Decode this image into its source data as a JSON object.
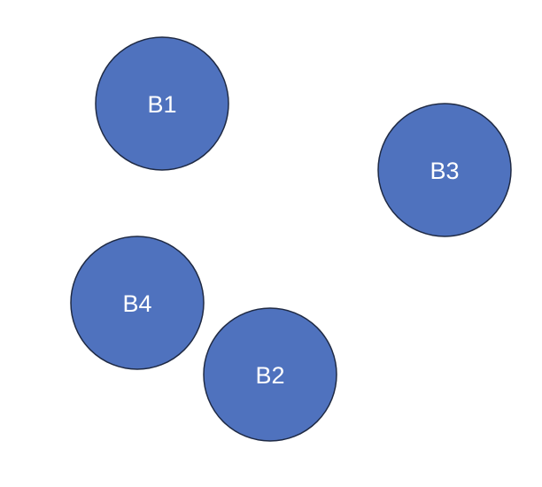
{
  "diagram": {
    "node_fill": "#4F72BE",
    "node_stroke": "#1F2A44",
    "label_color": "#FFFFFF",
    "nodes": [
      {
        "label": "B1"
      },
      {
        "label": "B3"
      },
      {
        "label": "B4"
      },
      {
        "label": "B2"
      }
    ]
  }
}
